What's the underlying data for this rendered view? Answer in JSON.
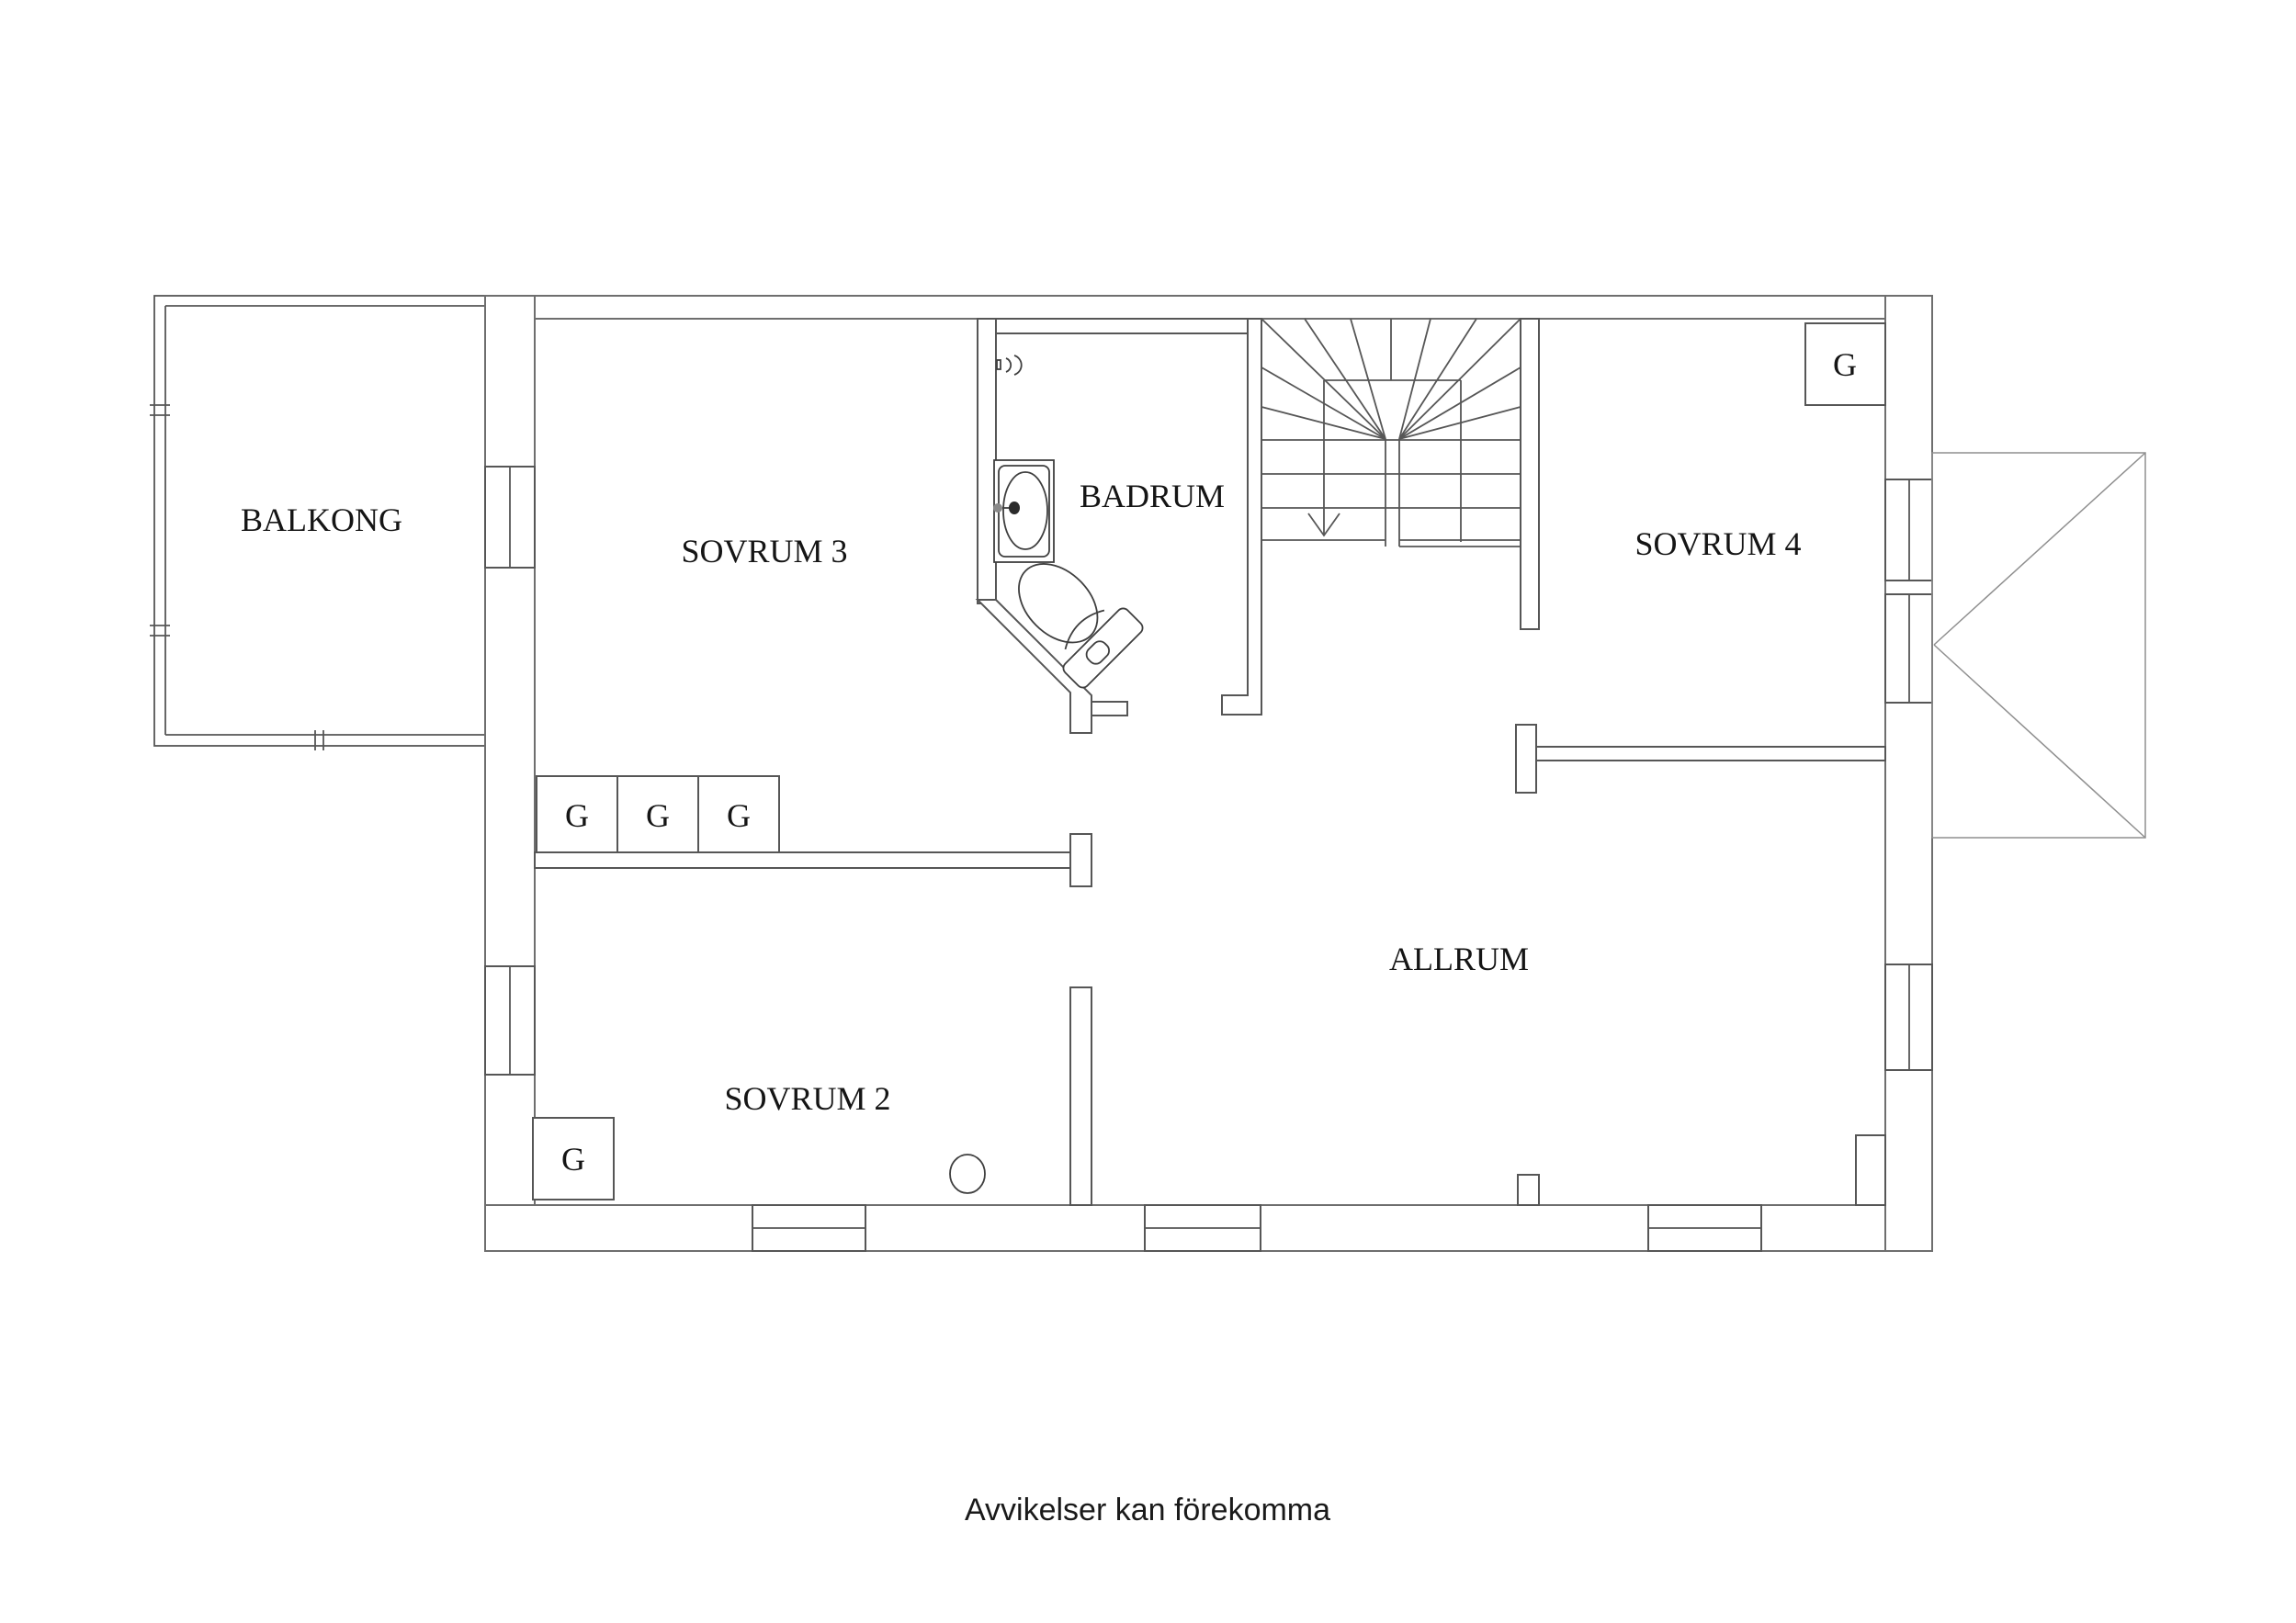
{
  "plan": {
    "type": "floorplan-upper-storey",
    "colors": {
      "background": "#ffffff",
      "wall_line": "#565656",
      "outer_line": "#6e6e6e",
      "thin_line": "#8f8f8f",
      "text": "#151515"
    },
    "rooms": {
      "balkong": {
        "label": "BALKONG"
      },
      "sovrum3": {
        "label": "SOVRUM 3"
      },
      "badrum": {
        "label": "BADRUM"
      },
      "sovrum4": {
        "label": "SOVRUM 4"
      },
      "allrum": {
        "label": "ALLRUM"
      },
      "sovrum2": {
        "label": "SOVRUM 2"
      }
    },
    "closet": {
      "label": "G",
      "count": 5
    },
    "stairs": {
      "arrow_direction": "down"
    },
    "fixtures": [
      "sink",
      "toilet",
      "chimney",
      "vent"
    ]
  },
  "footer": {
    "note": "Avvikelser kan förekomma"
  }
}
